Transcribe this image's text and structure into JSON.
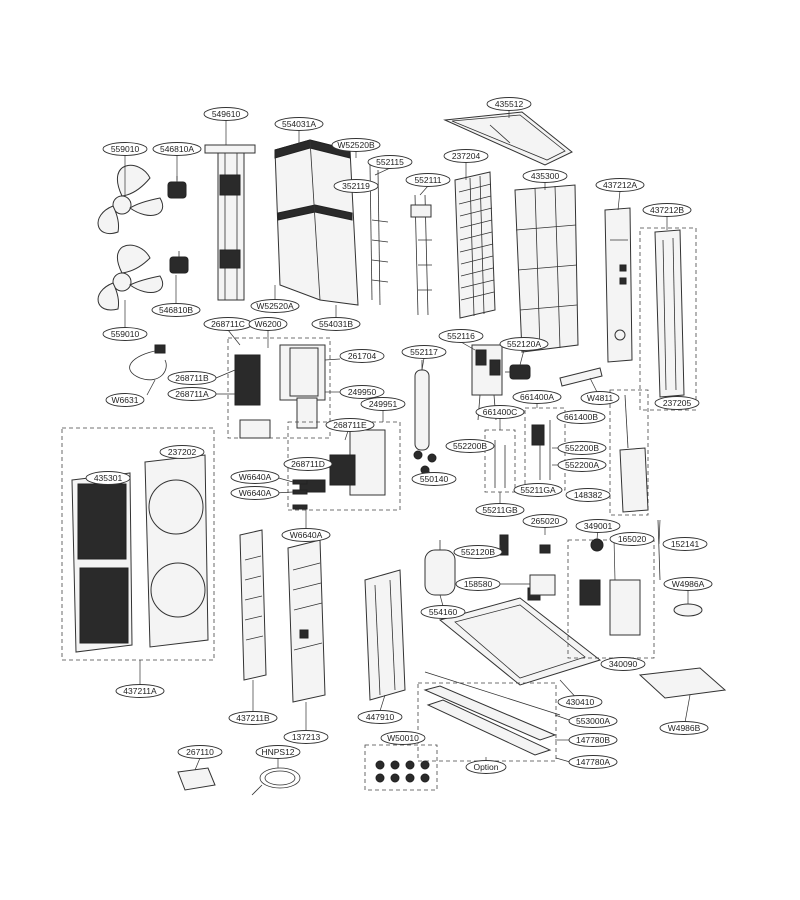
{
  "labels": {
    "l435512": "435512",
    "l549610": "549610",
    "l554031A": "554031A",
    "l559010a": "559010",
    "l546810A": "546810A",
    "lW52520B": "W52520B",
    "l552115": "552115",
    "l237204": "237204",
    "l352119": "352119",
    "l552111": "552111",
    "l435300": "435300",
    "l437212A": "437212A",
    "l437212B": "437212B",
    "l559010b": "559010",
    "l546810B": "546810B",
    "lW52520A": "W52520A",
    "l554031B": "554031B",
    "l268711C": "268711C",
    "lW6200": "W6200",
    "l552116": "552116",
    "l552120A": "552120A",
    "l261704": "261704",
    "l552117": "552117",
    "lW6631": "W6631",
    "l268711B": "268711B",
    "l268711A": "268711A",
    "l249950": "249950",
    "lW4811": "W4811",
    "l661400A": "661400A",
    "l249951": "249951",
    "l661400C": "661400C",
    "l661400B": "661400B",
    "l237205": "237205",
    "l268711E": "268711E",
    "l552200B_a": "552200B",
    "l552200B_b": "552200B",
    "l552200A": "552200A",
    "l237202": "237202",
    "l435301": "435301",
    "lW6640A_a": "W6640A",
    "l268711D": "268711D",
    "l550140": "550140",
    "l55211GA": "55211GA",
    "l148382": "148382",
    "lW6640A_b": "W6640A",
    "l55211GB": "55211GB",
    "lW6640A_c": "W6640A",
    "l265020": "265020",
    "l349001": "349001",
    "l552120B": "552120B",
    "l165020": "165020",
    "l152141": "152141",
    "l158580": "158580",
    "lW4986A": "W4986A",
    "l554160": "554160",
    "l340090": "340090",
    "l437211A": "437211A",
    "l430410": "430410",
    "l437211B": "437211B",
    "l137213": "137213",
    "l447910": "447910",
    "l553000A": "553000A",
    "lW4986B": "W4986B",
    "l147780B": "147780B",
    "lW50010": "W50010",
    "l267110": "267110",
    "lHNPS12": "HNPS12",
    "lOption": "Option",
    "l147780A": "147780A"
  }
}
